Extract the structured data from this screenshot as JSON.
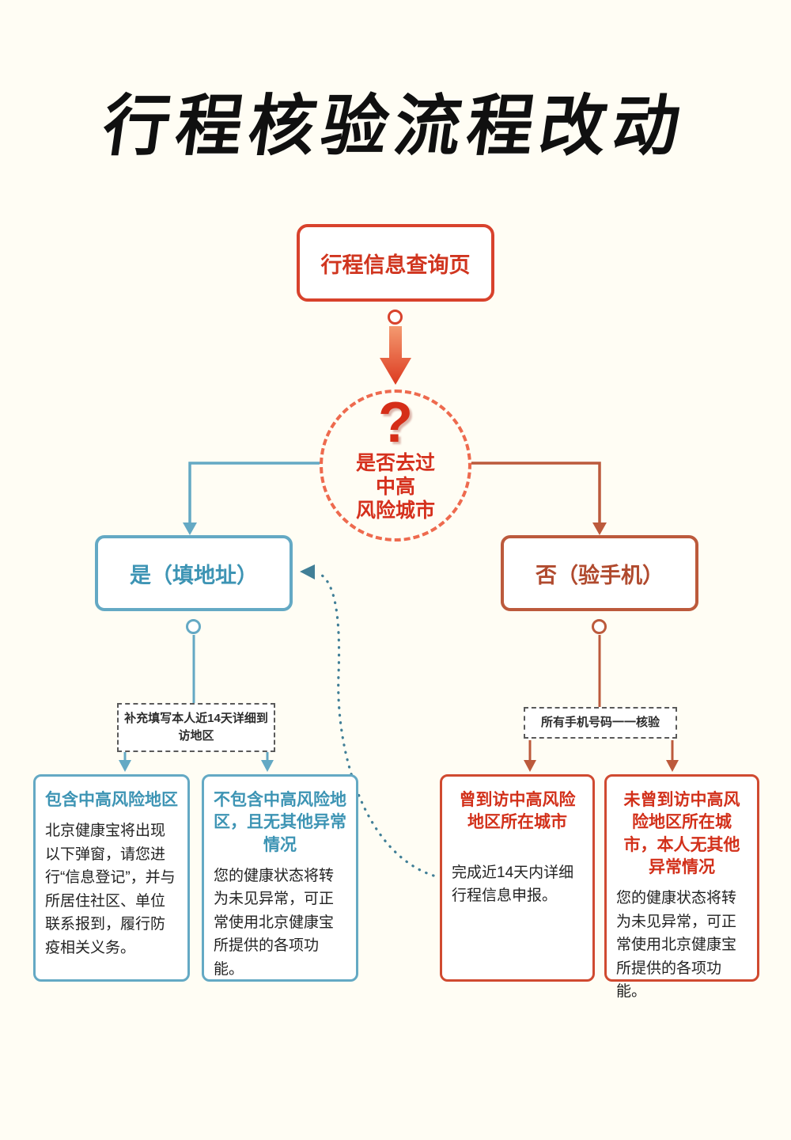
{
  "title": "行程核验流程改动",
  "colors": {
    "background": "#fffdf4",
    "red_accent": "#d8422c",
    "blue_accent": "#64a9c4",
    "orange_accent": "#bc5a3c",
    "body_text": "#222222"
  },
  "flow": {
    "start": {
      "label": "行程信息查询页"
    },
    "decision": {
      "icon": "?",
      "lines": [
        "是否去过",
        "中高",
        "风险城市"
      ]
    },
    "yes_branch": {
      "node": "是（填地址）",
      "condition": "补充填写本人近14天详细到访地区",
      "outcomes": [
        {
          "title": "包含中高风险地区",
          "body": "北京健康宝将出现以下弹窗，请您进行“信息登记”，并与所居住社区、单位联系报到，履行防疫相关义务。"
        },
        {
          "title": "不包含中高风险地区，且无其他异常情况",
          "body": "您的健康状态将转为未见异常，可正常使用北京健康宝所提供的各项功能。"
        }
      ]
    },
    "no_branch": {
      "node": "否（验手机）",
      "condition": "所有手机号码一一核验",
      "outcomes": [
        {
          "title": "曾到访中高风险地区所在城市",
          "body": "完成近14天内详细行程信息申报。"
        },
        {
          "title": "未曾到访中高风险地区所在城市，本人无其他异常情况",
          "body": "您的健康状态将转为未见异常，可正常使用北京健康宝所提供的各项功能。"
        }
      ]
    }
  }
}
